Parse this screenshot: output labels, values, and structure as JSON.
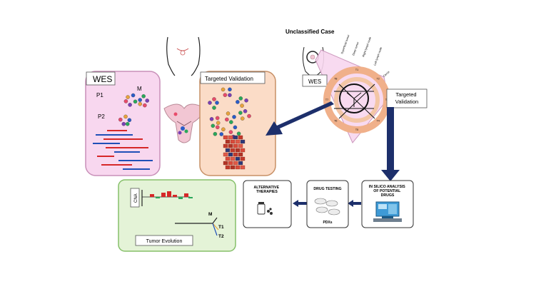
{
  "wes_panel": {
    "title": "WES",
    "labels": [
      "P1",
      "M",
      "P2"
    ]
  },
  "targeted_validation_panel": {
    "title": "Targeted Validation"
  },
  "unclassified": {
    "title": "Unclassified Case",
    "wes_label": "WES",
    "targeted_validation_label": "Targeted\nValidation",
    "fan_labels": [
      "Superficial tumor",
      "Deep tumor",
      "Right lymph node",
      "Left lymph node",
      "Cervix"
    ],
    "wheel_labels": [
      "T1",
      "T2",
      "T3",
      "T4",
      "T5",
      "T6",
      "T7",
      "T8"
    ]
  },
  "evolution_panel": {
    "cna_label": "CNA",
    "tumor_evolution_label": "Tumor Evolution",
    "tree_labels": [
      "M",
      "T1",
      "T2"
    ]
  },
  "workflow": {
    "in_silico": "IN SILICO ANALYSIS\nOF POTENTIAL\nDRUGS",
    "drug_testing": "DRUG TESTING",
    "pdxs": "PDXs",
    "alternative_therapies": "ALTERNATIVE\nTHERAPIES"
  },
  "colors": {
    "wes_fill": "#f8d7ef",
    "wes_stroke": "#c88fb8",
    "tv_fill": "#fbdcc7",
    "tv_stroke": "#c79066",
    "evo_fill": "#e4f3d7",
    "evo_stroke": "#86c06a",
    "arrow": "#1d2f6b",
    "red": "#d62728",
    "blue": "#1f4fb8"
  }
}
